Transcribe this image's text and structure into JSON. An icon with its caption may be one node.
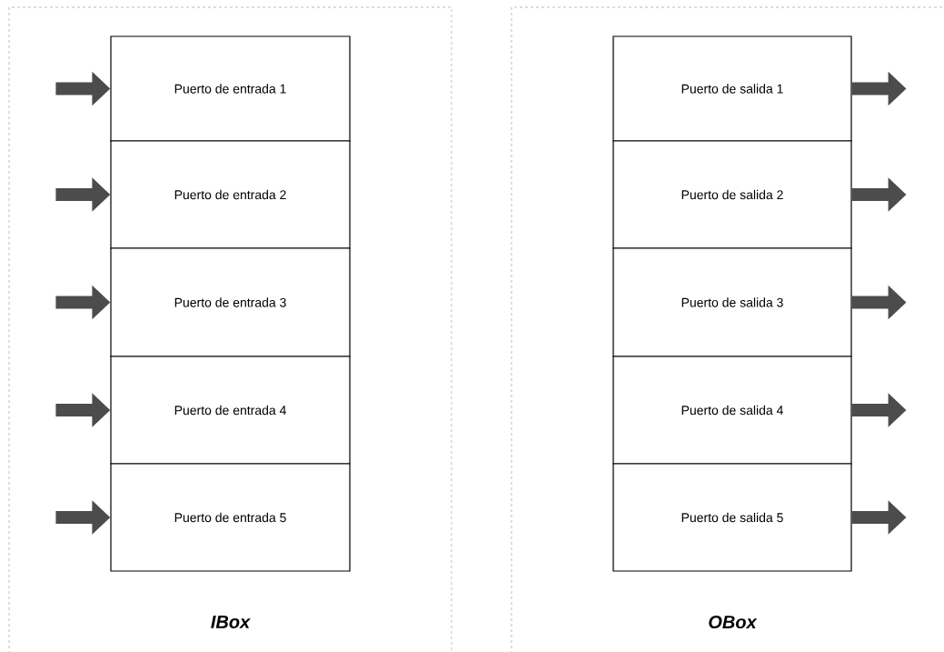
{
  "diagram": {
    "nodes": [
      {
        "text": [
          "IBox"
        ]
      },
      {
        "text": [
          "Puerto de entrada 1"
        ],
        "in": 0
      },
      {
        "text": [
          "Puerto de entrada 2"
        ],
        "in": 0
      },
      {
        "text": [
          "Puerto de entrada 3"
        ],
        "in": 0
      },
      {
        "text": [
          "Puerto de entrada 4"
        ],
        "in": 0
      },
      {
        "text": [
          "Puerto de entrada 5"
        ],
        "in": 0
      },
      {
        "text": [
          "OBox"
        ]
      },
      {
        "text": [
          "Puerto de salida 1"
        ],
        "in": 6
      },
      {
        "text": [
          "Puerto de salida 2"
        ],
        "in": 6
      },
      {
        "text": [
          "Puerto de salida 3"
        ],
        "in": 6
      },
      {
        "text": [
          "Puerto de salida 4"
        ],
        "in": 6
      },
      {
        "text": [
          "Puerto de salida 5"
        ],
        "in": 6
      }
    ],
    "edges": [
      {
        "from": null,
        "to": 1,
        "arrow": "to"
      },
      {
        "from": null,
        "to": 2,
        "arrow": "to"
      },
      {
        "from": null,
        "to": 3,
        "arrow": "to"
      },
      {
        "from": null,
        "to": 4,
        "arrow": "to"
      },
      {
        "from": null,
        "to": 5,
        "arrow": "to"
      },
      {
        "from": 7,
        "to": null,
        "arrow": "to"
      },
      {
        "from": 8,
        "to": null,
        "arrow": "to"
      },
      {
        "from": 9,
        "to": null,
        "arrow": "to"
      },
      {
        "from": 10,
        "to": null,
        "arrow": "to"
      },
      {
        "from": 11,
        "to": null,
        "arrow": "to"
      }
    ]
  }
}
